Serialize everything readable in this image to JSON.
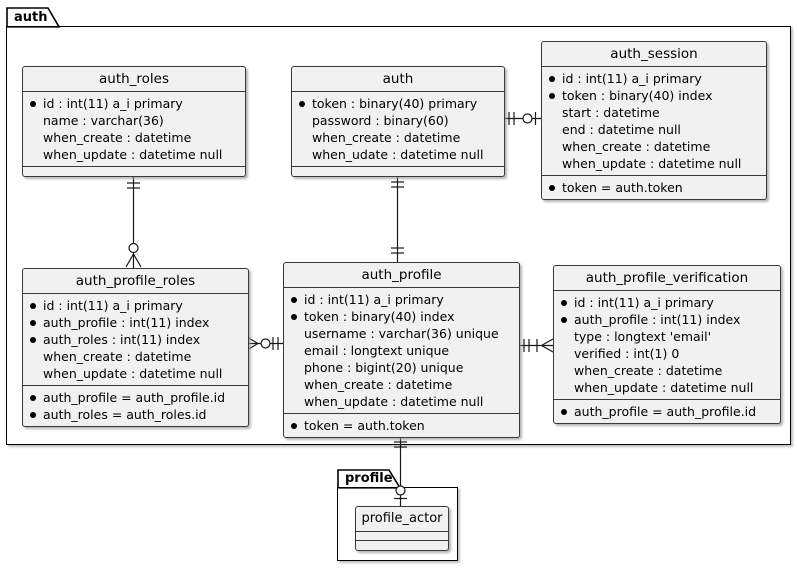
{
  "packages": [
    {
      "id": "auth",
      "label": "auth"
    },
    {
      "id": "profile",
      "label": "profile"
    }
  ],
  "tables": [
    {
      "id": "auth_roles",
      "title": "auth_roles",
      "columns": [
        {
          "key": true,
          "text": "id : int(11) a_i primary"
        },
        {
          "key": false,
          "text": "name : varchar(36)"
        },
        {
          "key": false,
          "text": "when_create : datetime"
        },
        {
          "key": false,
          "text": "when_update : datetime null"
        }
      ],
      "constraints": []
    },
    {
      "id": "auth",
      "title": "auth",
      "columns": [
        {
          "key": true,
          "text": "token : binary(40) primary"
        },
        {
          "key": false,
          "text": "password : binary(60)"
        },
        {
          "key": false,
          "text": "when_create : datetime"
        },
        {
          "key": false,
          "text": "when_udate : datetime null"
        }
      ],
      "constraints": []
    },
    {
      "id": "auth_session",
      "title": "auth_session",
      "columns": [
        {
          "key": true,
          "text": "id : int(11) a_i primary"
        },
        {
          "key": true,
          "text": "token : binary(40) index"
        },
        {
          "key": false,
          "text": "start : datetime"
        },
        {
          "key": false,
          "text": "end : datetime null"
        },
        {
          "key": false,
          "text": "when_create : datetime"
        },
        {
          "key": false,
          "text": "when_update : datetime null"
        }
      ],
      "constraints": [
        {
          "key": true,
          "text": "token = auth.token"
        }
      ]
    },
    {
      "id": "auth_profile_roles",
      "title": "auth_profile_roles",
      "columns": [
        {
          "key": true,
          "text": "id : int(11) a_i primary"
        },
        {
          "key": true,
          "text": "auth_profile : int(11) index"
        },
        {
          "key": true,
          "text": "auth_roles : int(11) index"
        },
        {
          "key": false,
          "text": "when_create : datetime"
        },
        {
          "key": false,
          "text": "when_update : datetime null"
        }
      ],
      "constraints": [
        {
          "key": true,
          "text": "auth_profile = auth_profile.id"
        },
        {
          "key": true,
          "text": "auth_roles = auth_roles.id"
        }
      ]
    },
    {
      "id": "auth_profile",
      "title": "auth_profile",
      "columns": [
        {
          "key": true,
          "text": "id : int(11) a_i primary"
        },
        {
          "key": true,
          "text": "token : binary(40) index"
        },
        {
          "key": false,
          "text": "username : varchar(36) unique"
        },
        {
          "key": false,
          "text": "email : longtext unique"
        },
        {
          "key": false,
          "text": "phone : bigint(20) unique"
        },
        {
          "key": false,
          "text": "when_create : datetime"
        },
        {
          "key": false,
          "text": "when_update : datetime null"
        }
      ],
      "constraints": [
        {
          "key": true,
          "text": "token = auth.token"
        }
      ]
    },
    {
      "id": "auth_profile_verification",
      "title": "auth_profile_verification",
      "columns": [
        {
          "key": true,
          "text": "id : int(11) a_i primary"
        },
        {
          "key": true,
          "text": "auth_profile : int(11) index"
        },
        {
          "key": false,
          "text": "type : longtext 'email'"
        },
        {
          "key": false,
          "text": "verified : int(1) 0"
        },
        {
          "key": false,
          "text": "when_create : datetime"
        },
        {
          "key": false,
          "text": "when_update : datetime null"
        }
      ],
      "constraints": [
        {
          "key": true,
          "text": "auth_profile = auth_profile.id"
        }
      ]
    },
    {
      "id": "profile_actor",
      "title": "profile_actor",
      "columns": [],
      "constraints": []
    }
  ],
  "relationships": [
    {
      "from": "auth_roles",
      "to": "auth_profile_roles",
      "from_end": "exactly-one",
      "to_end": "zero-or-many"
    },
    {
      "from": "auth",
      "to": "auth_profile",
      "from_end": "exactly-one",
      "to_end": "exactly-one"
    },
    {
      "from": "auth",
      "to": "auth_session",
      "from_end": "exactly-one",
      "to_end": "zero-or-one"
    },
    {
      "from": "auth_profile_roles",
      "to": "auth_profile",
      "from_end": "zero-or-many",
      "to_end": "exactly-one"
    },
    {
      "from": "auth_profile",
      "to": "auth_profile_verification",
      "from_end": "exactly-one",
      "to_end": "one-or-many"
    },
    {
      "from": "auth_profile",
      "to": "profile_actor",
      "from_end": "exactly-one",
      "to_end": "zero-or-one"
    }
  ],
  "colors": {
    "table_fill": "#F1F1F1",
    "table_border": "#3A3A3A",
    "line": "#181818",
    "background": "#FFFFFF",
    "text": "#000000"
  }
}
